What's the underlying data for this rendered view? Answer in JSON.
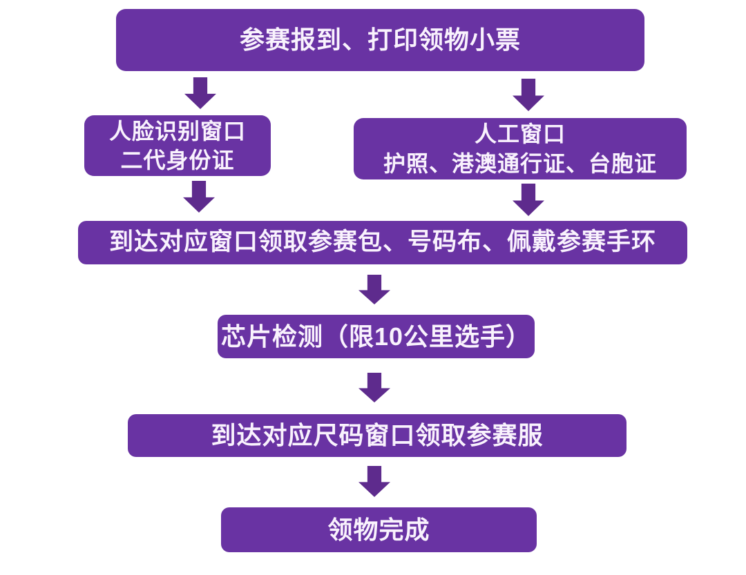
{
  "colors": {
    "background": "#ffffff",
    "box_fill": "#6933a3",
    "arrow_fill": "#5e2b8d",
    "text": "#f9f2fd"
  },
  "flowchart": {
    "nodes": [
      {
        "id": "checkin",
        "lines": [
          "参赛报到、打印领物小票"
        ]
      },
      {
        "id": "face-window",
        "lines": [
          "人脸识别窗口",
          "二代身份证"
        ]
      },
      {
        "id": "manual-window",
        "lines": [
          "人工窗口",
          "护照、港澳通行证、台胞证"
        ]
      },
      {
        "id": "pickup-pack",
        "lines": [
          "到达对应窗口领取参赛包、号码布、佩戴参赛手环"
        ]
      },
      {
        "id": "chip-check",
        "lines": [
          "芯片检测（限10公里选手）"
        ]
      },
      {
        "id": "pickup-shirt",
        "lines": [
          "到达对应尺码窗口领取参赛服"
        ]
      },
      {
        "id": "done",
        "lines": [
          "领物完成"
        ]
      }
    ],
    "edges": [
      {
        "from": "checkin",
        "to": "face-window"
      },
      {
        "from": "checkin",
        "to": "manual-window"
      },
      {
        "from": "face-window",
        "to": "pickup-pack"
      },
      {
        "from": "manual-window",
        "to": "pickup-pack"
      },
      {
        "from": "pickup-pack",
        "to": "chip-check"
      },
      {
        "from": "chip-check",
        "to": "pickup-shirt"
      },
      {
        "from": "pickup-shirt",
        "to": "done"
      }
    ]
  }
}
